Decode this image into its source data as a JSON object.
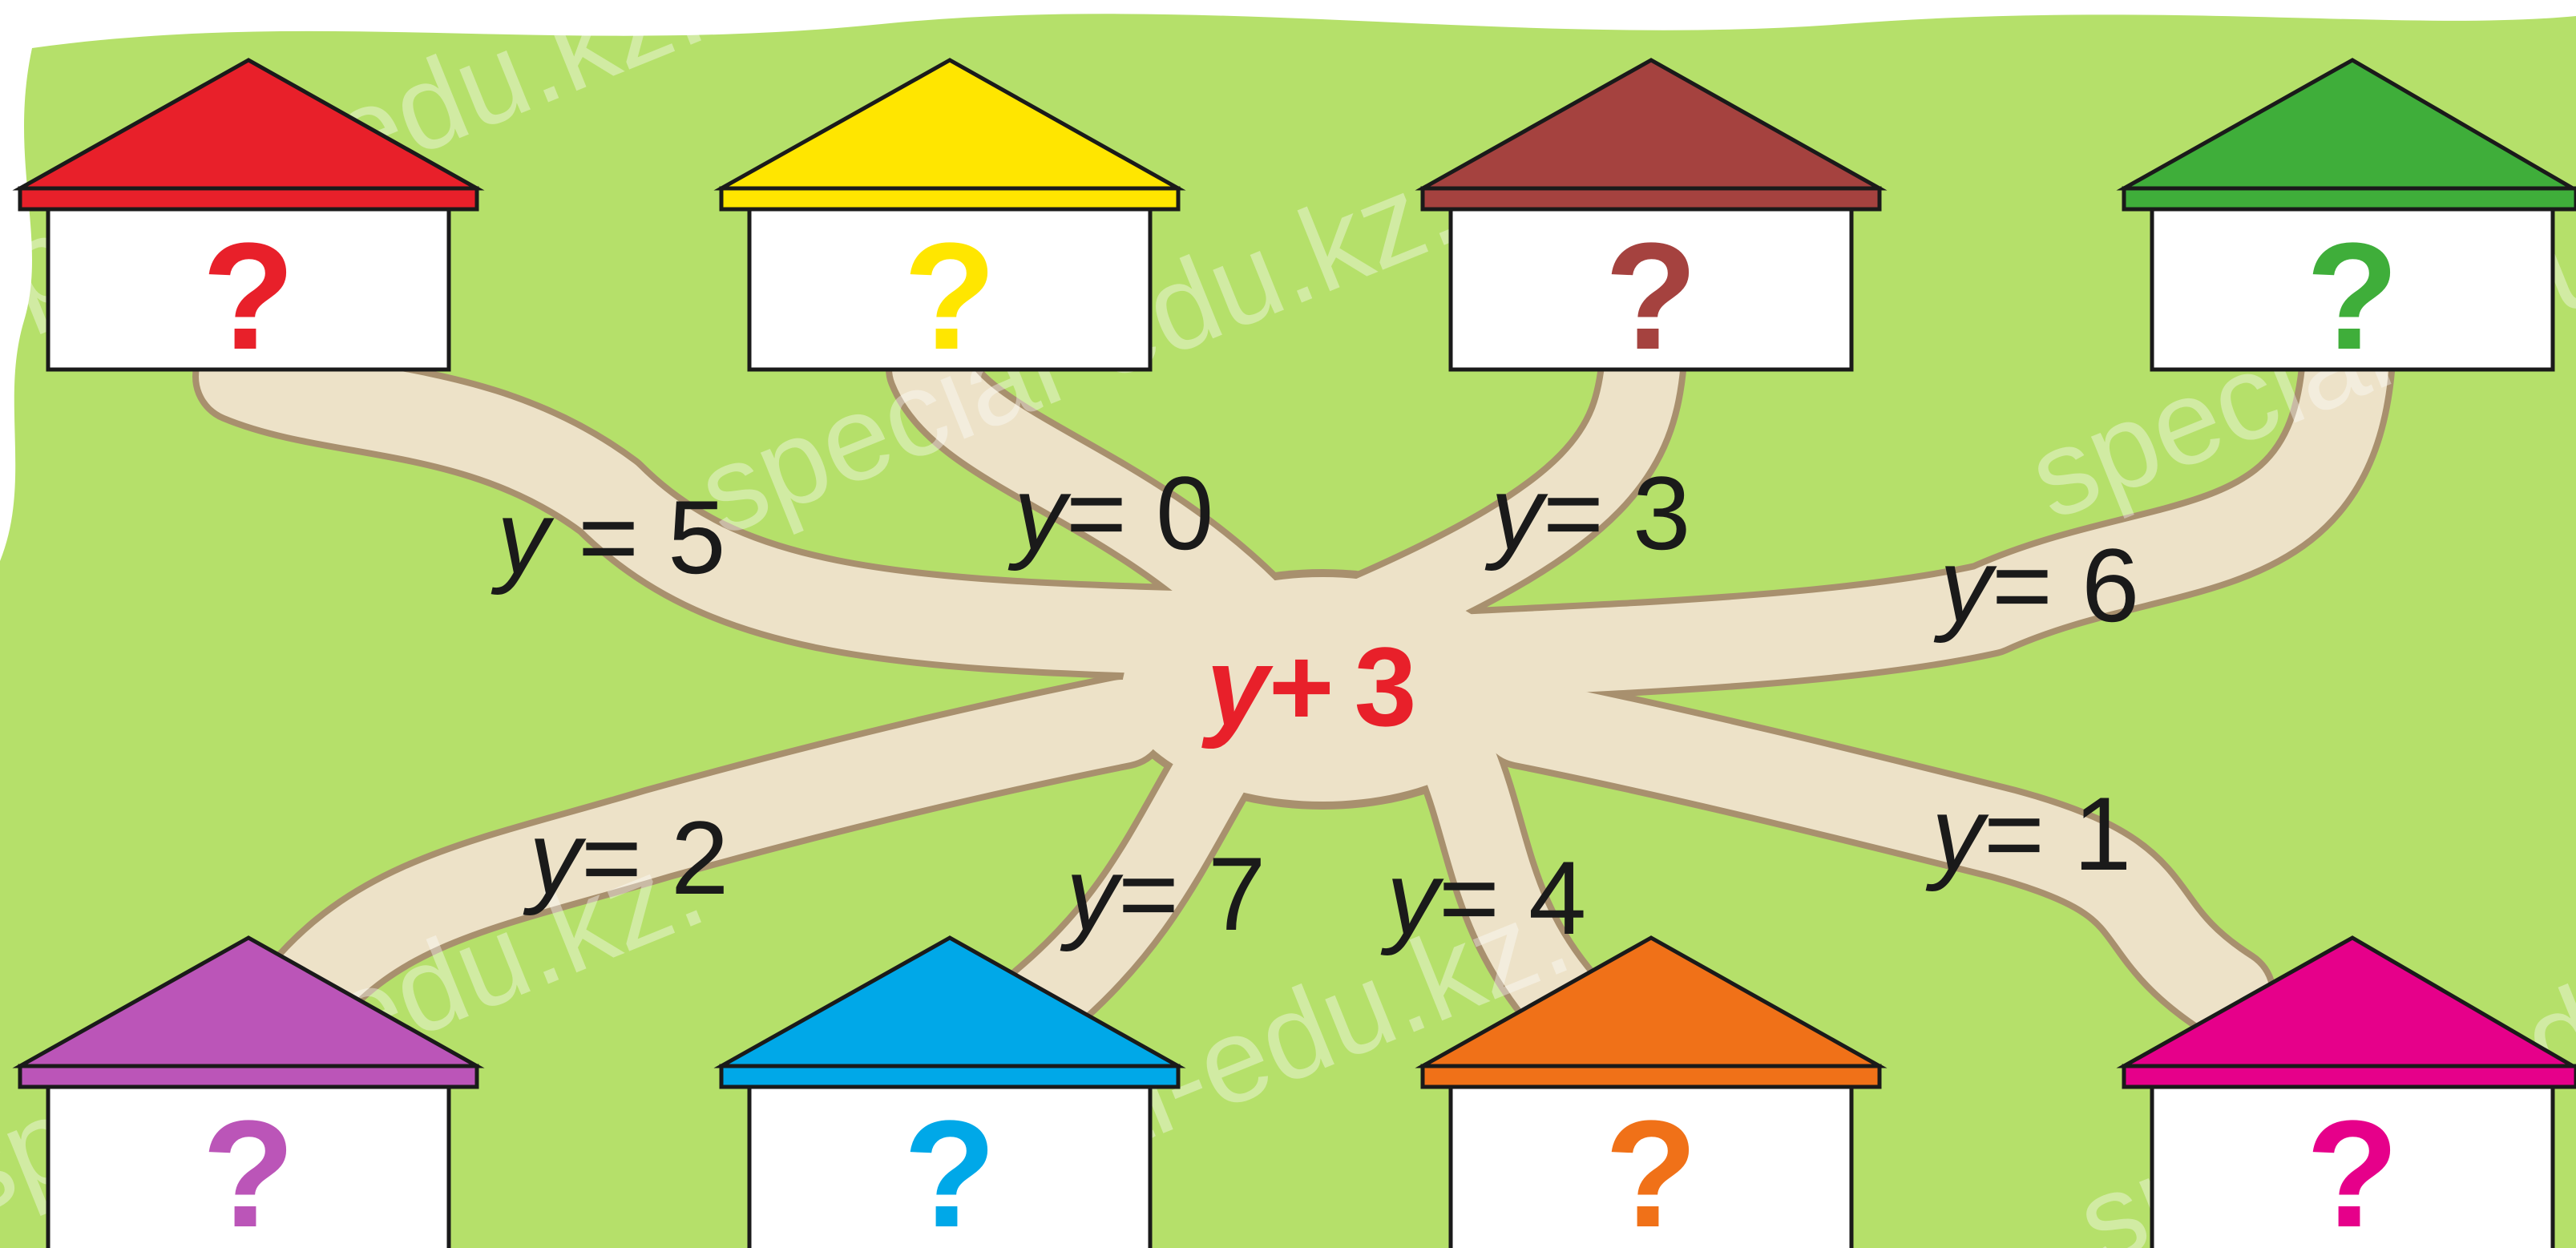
{
  "center_expression": {
    "variable": "y",
    "operator": "+",
    "constant": "3",
    "color": "#e8202a"
  },
  "branches": [
    {
      "variable": "y",
      "rest": " = 5"
    },
    {
      "variable": "y",
      "rest": "= 0"
    },
    {
      "variable": "y",
      "rest": "= 3"
    },
    {
      "variable": "y",
      "rest": "= 6"
    },
    {
      "variable": "y",
      "rest": "= 2"
    },
    {
      "variable": "y",
      "rest": "= 7"
    },
    {
      "variable": "y",
      "rest": "= 4"
    },
    {
      "variable": "y",
      "rest": "= 1"
    }
  ],
  "houses": [
    {
      "roof_color": "#e8202a",
      "mark": "?"
    },
    {
      "roof_color": "#ffe600",
      "mark": "?"
    },
    {
      "roof_color": "#a5423f",
      "mark": "?"
    },
    {
      "roof_color": "#3fae3a",
      "mark": "?"
    },
    {
      "roof_color": "#bb55b8",
      "mark": "?"
    },
    {
      "roof_color": "#00a8e8",
      "mark": "?"
    },
    {
      "roof_color": "#f07118",
      "mark": "?"
    },
    {
      "roof_color": "#e6008a",
      "mark": "?"
    }
  ],
  "watermark": "special-edu.kz.",
  "colors": {
    "grass": "#b5e06a",
    "path": "#ede2c8",
    "path_edge": "#a8906e",
    "house_wall": "#ffffff",
    "outline": "#1a1a1a"
  }
}
